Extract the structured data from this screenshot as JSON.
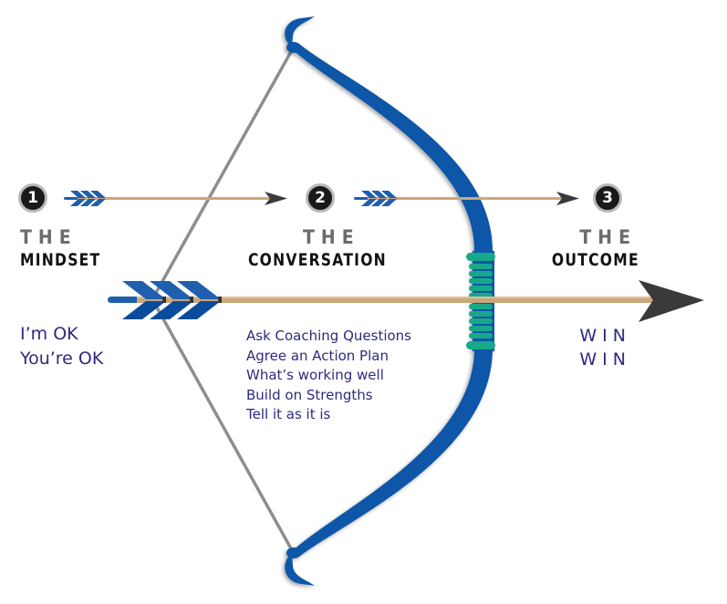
{
  "colors": {
    "bow": "#0a56a8",
    "grip": "#17a88a",
    "string": "#8e8e8e",
    "shaft": "#caa77a",
    "arrowhead": "#3a3a3a",
    "fletching": "#1f5fae",
    "text_blue": "#2e2a7e",
    "label_grey": "#6b6b6b",
    "label_black": "#111111"
  },
  "stages": [
    {
      "number": "1",
      "prefix": "THE",
      "name": "MINDSET",
      "lines": [
        "I’m OK",
        "You’re OK"
      ]
    },
    {
      "number": "2",
      "prefix": "THE",
      "name": "CONVERSATION",
      "lines": [
        "Ask Coaching Questions",
        "Agree an Action Plan",
        "What’s working well",
        "Build on Strengths",
        "Tell it as it is"
      ]
    },
    {
      "number": "3",
      "prefix": "THE",
      "name": "OUTCOME",
      "lines": [
        "WIN",
        "WIN"
      ]
    }
  ]
}
